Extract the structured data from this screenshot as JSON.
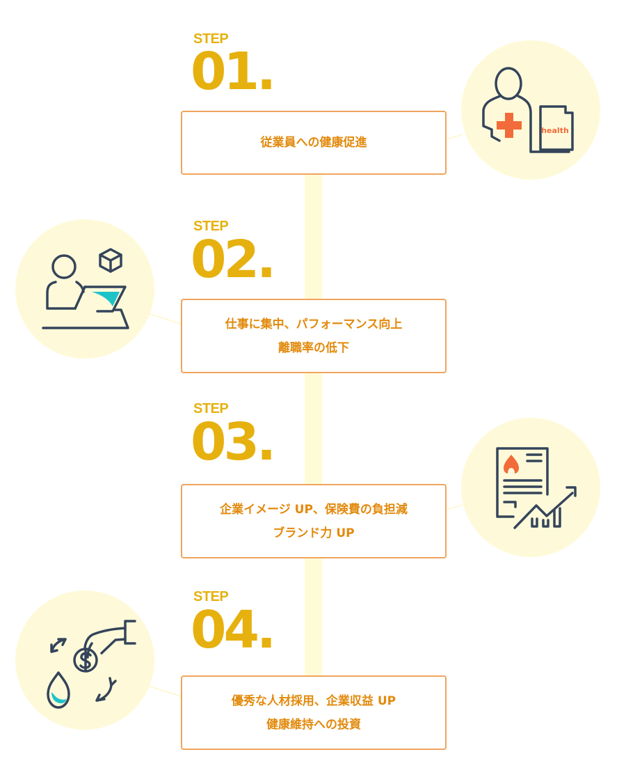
{
  "colors": {
    "gold": "#e6b10e",
    "box_border": "#f0a45c",
    "box_text": "#e28a0d",
    "band": "#fffbd6",
    "circle_bg": "#fefad9",
    "icon_stroke": "#34445a",
    "icon_orange": "#f26b3a",
    "icon_teal": "#1ec3c8"
  },
  "steps": [
    {
      "label": "STEP",
      "number": "01.",
      "lines": [
        "従業員への健康促進"
      ],
      "icon": "health-record-person-icon",
      "icon_text": "health"
    },
    {
      "label": "STEP",
      "number": "02.",
      "lines": [
        "仕事に集中、パフォーマンス向上",
        "離職率の低下"
      ],
      "icon": "person-laptop-icon"
    },
    {
      "label": "STEP",
      "number": "03.",
      "lines": [
        "企業イメージ UP、保険費の負担減",
        "ブランド力 UP"
      ],
      "icon": "document-growth-chart-icon"
    },
    {
      "label": "STEP",
      "number": "04.",
      "lines": [
        "優秀な人材採用、企業収益 UP",
        "健康維持への投資"
      ],
      "icon": "money-cycle-icon"
    }
  ]
}
